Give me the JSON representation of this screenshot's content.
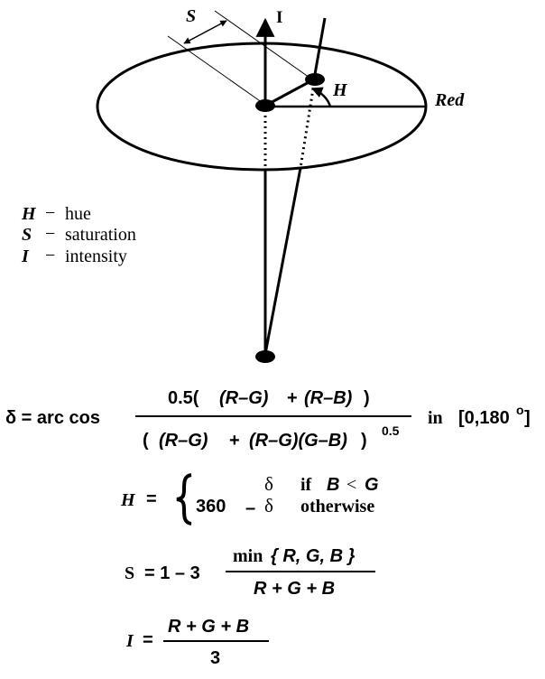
{
  "labels": {
    "saturation_axis": "S",
    "intensity_axis": "I",
    "hue_angle": "H",
    "red_ref": "Red"
  },
  "legend": [
    {
      "symbol": "H",
      "dash": "−",
      "text": "hue"
    },
    {
      "symbol": "S",
      "dash": "−",
      "text": "saturation"
    },
    {
      "symbol": "I",
      "dash": "−",
      "text": "intensity"
    }
  ],
  "formulas": {
    "delta": {
      "lhs": "δ = arc cos",
      "num_open": "0.5(",
      "num_a": "(R–G)",
      "plus": "+",
      "num_b": "(R–B)",
      "num_close": ")",
      "den_open": "(",
      "den_a": "(R–G)",
      "den_plus": "+",
      "den_b": "(R–G)(G–B)",
      "den_close": ")",
      "den_exp": "0.5",
      "range_word": "in",
      "range": "[0,180",
      "range_deg": "o",
      "range_close": "]"
    },
    "hue": {
      "lhs": "H",
      "eq": "=",
      "case1_value": "δ",
      "case1_if": "if",
      "case1_cond_b": "B",
      "case1_cond_lt": "<",
      "case1_cond_g": "G",
      "case2_value": "360",
      "case2_minus": "–",
      "case2_delta": "δ",
      "case2_word": "otherwise"
    },
    "saturation": {
      "lhs": "S",
      "rhs": "= 1 – 3",
      "num_min": "min",
      "num_args": "{ R, G, B }",
      "den": "R + G + B"
    },
    "intensity": {
      "lhs": "I",
      "eq": "=",
      "num": "R + G + B",
      "den": "3"
    }
  }
}
